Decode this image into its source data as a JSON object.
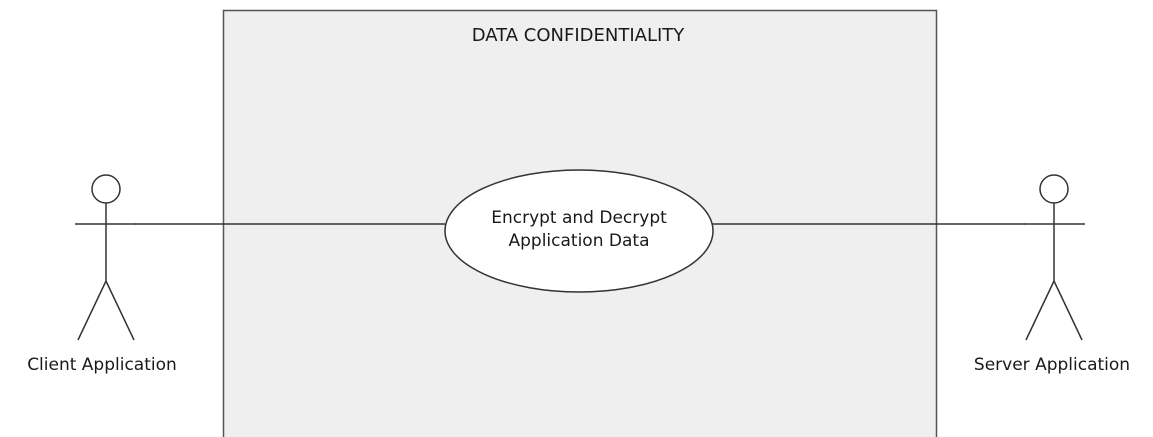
{
  "system": {
    "title": "DATA CONFIDENTIALITY"
  },
  "use_case": {
    "line1": "Encrypt and Decrypt",
    "line2": "Application Data"
  },
  "actors": {
    "left": {
      "name": "Client Application"
    },
    "right": {
      "name": "Server Application"
    }
  }
}
